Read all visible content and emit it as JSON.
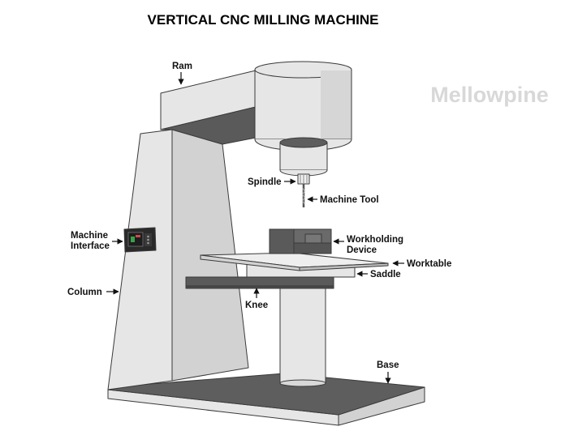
{
  "title": "VERTICAL CNC MILLING MACHINE",
  "watermark": "Mellowpine",
  "labels": {
    "ram": "Ram",
    "spindle": "Spindle",
    "machine_tool": "Machine Tool",
    "machine_interface_line1": "Machine",
    "machine_interface_line2": "Interface",
    "workholding_line1": "Workholding",
    "workholding_line2": "Device",
    "worktable": "Worktable",
    "saddle": "Saddle",
    "knee": "Knee",
    "column": "Column",
    "base": "Base"
  },
  "colors": {
    "light_face": "#e6e6e6",
    "mid_face": "#d2d2d2",
    "dark_face": "#5e5e5e",
    "darker_face": "#4a4a4a",
    "screen": "#1d1d1d",
    "screen_accent": "#3aa04a"
  }
}
